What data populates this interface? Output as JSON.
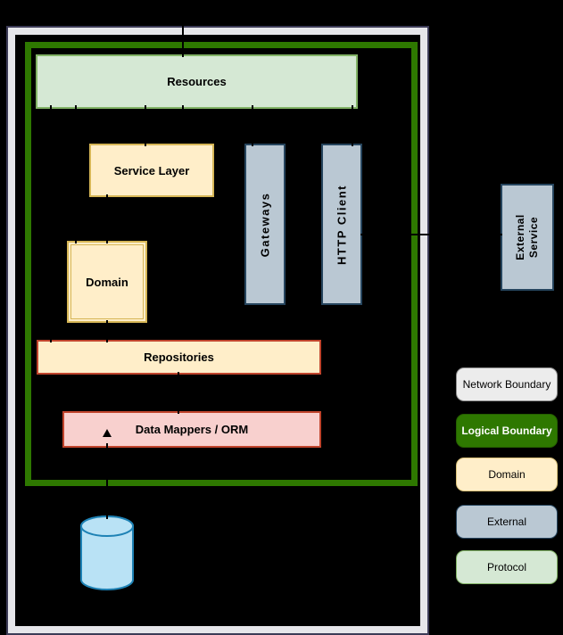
{
  "diagram": {
    "title": "layered-architecture-diagram",
    "nodes": {
      "resources": {
        "label": "Resources",
        "type": "protocol"
      },
      "service_layer": {
        "label": "Service Layer",
        "type": "domain"
      },
      "gateways": {
        "label": "Gateways",
        "type": "external"
      },
      "http_client": {
        "label": "HTTP Client",
        "type": "external"
      },
      "domain": {
        "label": "Domain",
        "type": "domain"
      },
      "repositories": {
        "label": "Repositories",
        "type": "domain"
      },
      "data_mappers": {
        "label": "Data Mappers / ORM",
        "type": "mapper"
      },
      "external_service": {
        "label": "External Service",
        "type": "external"
      },
      "database": {
        "label": "",
        "type": "database"
      }
    },
    "colors": {
      "background": "#000000",
      "network_boundary_band": "#e6e6ea",
      "network_boundary_outline": "#3c3b57",
      "logical_boundary": "#2e7800",
      "protocol_fill": "#d5e8d4",
      "protocol_stroke": "#82b366",
      "domain_fill": "#ffeec9",
      "domain_stroke": "#d6b656",
      "repository_stroke": "#c0442c",
      "external_fill": "#bac8d3",
      "external_stroke": "#26455e",
      "mapper_fill": "#f8d0ce",
      "mapper_stroke": "#c0442c",
      "database_fill": "#b9e2f5",
      "database_stroke": "#1e82b5",
      "connector": "#000000"
    }
  },
  "legend": {
    "items": [
      {
        "label": "Network Boundary",
        "fill": "#ececec",
        "text_color": "#000000"
      },
      {
        "label": "Logical Boundary",
        "fill": "#2e7800",
        "text_color": "#ffffff"
      },
      {
        "label": "Domain",
        "fill": "#ffeec9",
        "text_color": "#000000"
      },
      {
        "label": "External",
        "fill": "#bac8d3",
        "text_color": "#000000"
      },
      {
        "label": "Protocol",
        "fill": "#d5e8d4",
        "text_color": "#000000"
      }
    ]
  }
}
